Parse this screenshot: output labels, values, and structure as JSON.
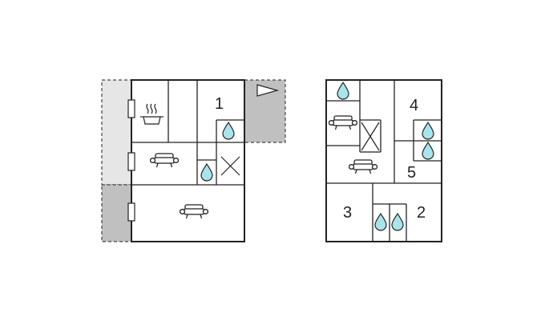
{
  "floor_plans": {
    "ground_floor": {
      "room_labels": [
        "1"
      ]
    },
    "upper_floor": {
      "room_labels": [
        "4",
        "5",
        "3",
        "2"
      ]
    }
  },
  "colors": {
    "wall": "#222222",
    "water_drop": "#a8e4ec",
    "terrace_light": "#e6e6e6",
    "terrace_dark": "#c0c0c0"
  },
  "icons": [
    "cooking-pot-icon",
    "sofa-icon",
    "water-drop-icon",
    "shower-icon",
    "flag-icon",
    "window-icon"
  ]
}
